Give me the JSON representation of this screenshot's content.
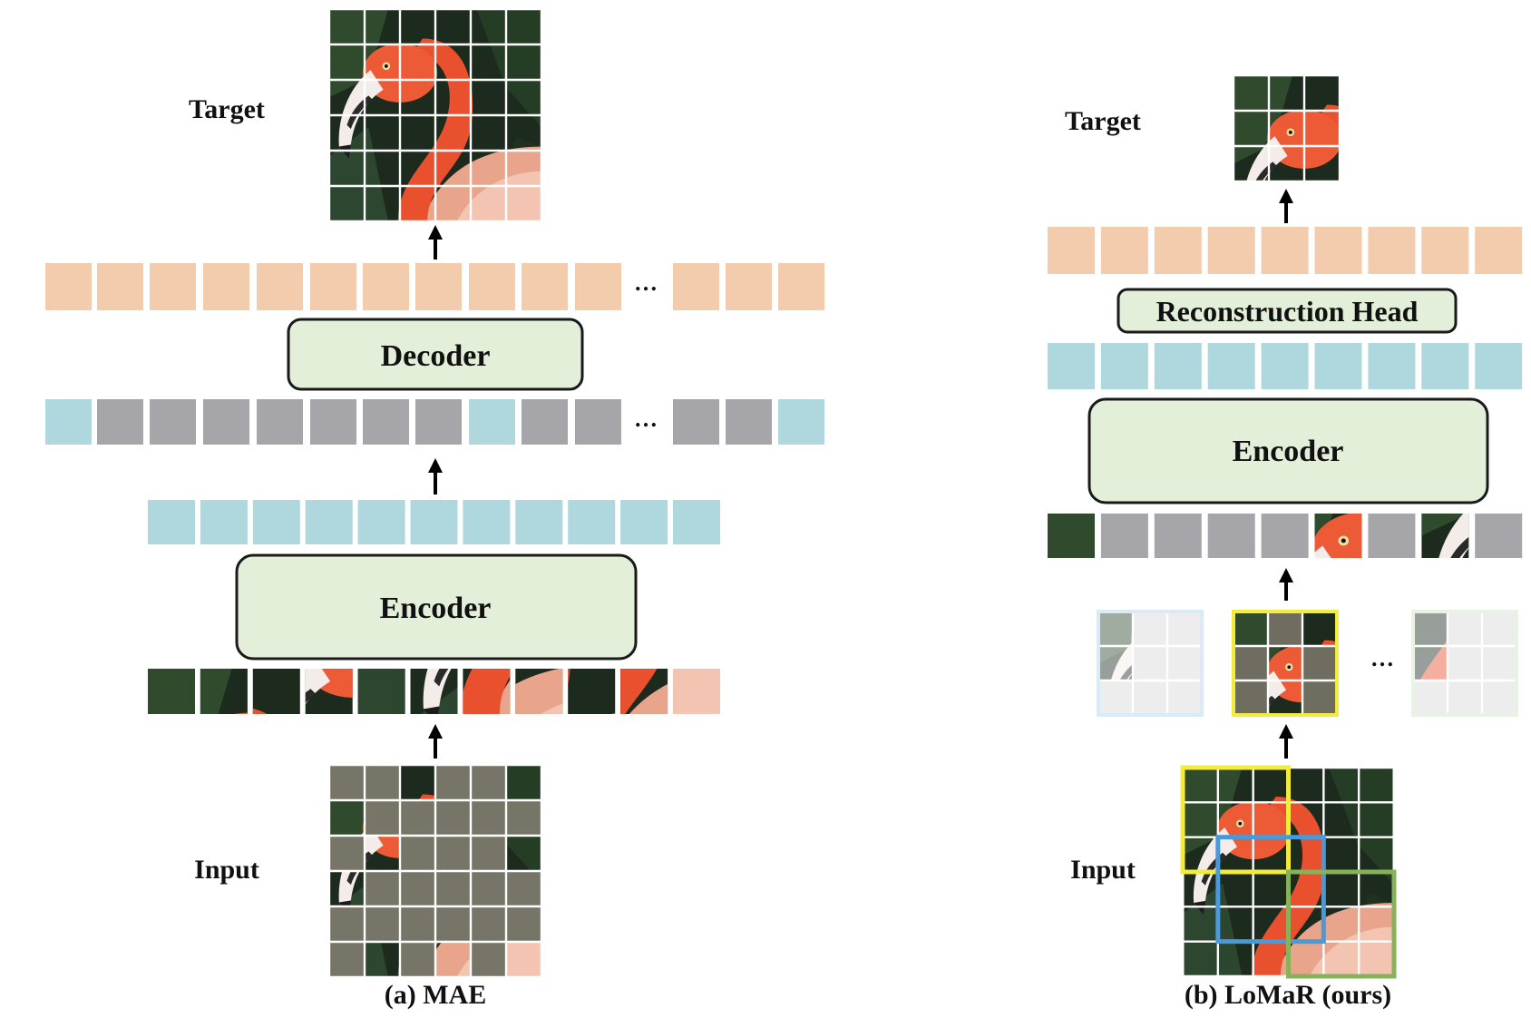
{
  "panel_a": {
    "caption": "(a) MAE",
    "target_label": "Target",
    "input_label": "Input",
    "encoder_label": "Encoder",
    "decoder_label": "Decoder",
    "ellipsis": "…",
    "decoded_tokens": [
      "orange",
      "orange",
      "orange",
      "orange",
      "orange",
      "orange",
      "orange",
      "orange",
      "orange",
      "orange",
      "orange",
      "orange",
      "orange",
      "orange"
    ],
    "decoder_input_tokens": [
      "blue",
      "gray",
      "gray",
      "gray",
      "gray",
      "gray",
      "gray",
      "gray",
      "blue",
      "gray",
      "gray",
      "gray",
      "gray",
      "blue"
    ],
    "encoded_tokens": [
      "blue",
      "blue",
      "blue",
      "blue",
      "blue",
      "blue",
      "blue",
      "blue",
      "blue",
      "blue",
      "blue"
    ],
    "visible_patch_count": 11,
    "input_masked_grid": [
      [
        1,
        1,
        0,
        1,
        1,
        0
      ],
      [
        0,
        1,
        1,
        1,
        1,
        1
      ],
      [
        1,
        0,
        1,
        1,
        1,
        0
      ],
      [
        0,
        1,
        1,
        1,
        1,
        1
      ],
      [
        1,
        1,
        1,
        1,
        1,
        1
      ],
      [
        1,
        0,
        1,
        0,
        1,
        0
      ]
    ]
  },
  "panel_b": {
    "caption": "(b) LoMaR (ours)",
    "target_label": "Target",
    "input_label": "Input",
    "encoder_label": "Encoder",
    "head_label": "Reconstruction Head",
    "ellipsis": "…",
    "head_output_tokens": [
      "orange",
      "orange",
      "orange",
      "orange",
      "orange",
      "orange",
      "orange",
      "orange",
      "orange"
    ],
    "encoder_output_tokens": [
      "blue",
      "blue",
      "blue",
      "blue",
      "blue",
      "blue",
      "blue",
      "blue",
      "blue"
    ],
    "encoder_input_tokens": [
      "image",
      "gray",
      "gray",
      "gray",
      "gray",
      "image",
      "gray",
      "image",
      "gray"
    ],
    "window_colors": [
      "#a9d4ee",
      "#f4ec3c",
      "#cfe5c4"
    ],
    "input_window_colors": [
      "#f4ec3c",
      "#4a9ad9",
      "#86b35a"
    ]
  },
  "colors": {
    "box_fill": "#e3efd9",
    "orange_token": "#f3cbad",
    "blue_token": "#aed8de",
    "gray_token": "#a6a6aa",
    "masked_patch": "#777567"
  }
}
